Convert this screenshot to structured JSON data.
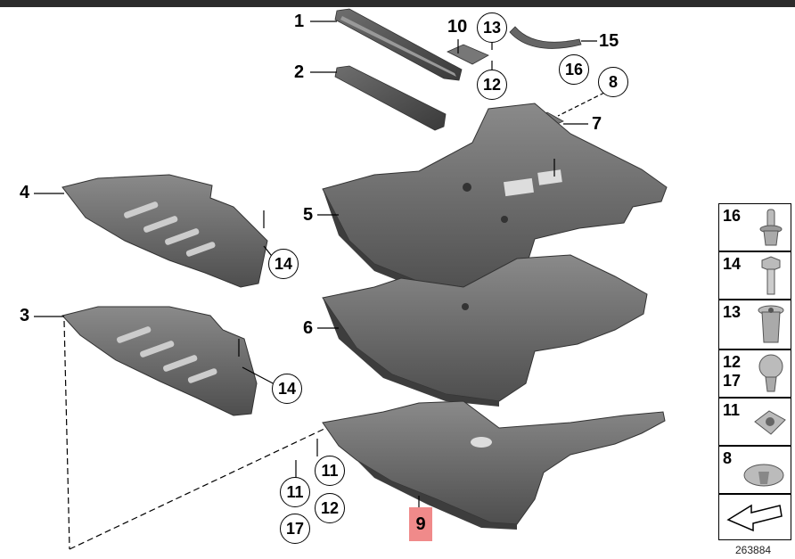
{
  "diagram": {
    "labels": {
      "p1": "1",
      "p2": "2",
      "p3": "3",
      "p4": "4",
      "p5": "5",
      "p6": "6",
      "p7": "7",
      "p8": "8",
      "p9": "9",
      "p10": "10",
      "p13": "13",
      "p12": "12",
      "p15": "15",
      "p16": "16",
      "p14a": "14",
      "p14b": "14",
      "p11a": "11",
      "p11b": "11",
      "p12b": "12",
      "p17": "17"
    },
    "legend": [
      {
        "label": "16",
        "icon": "push-rivet-icon"
      },
      {
        "label": "14",
        "icon": "hex-bolt-icon"
      },
      {
        "label": "13",
        "icon": "expanding-nut-icon"
      },
      {
        "label": "12\n17",
        "icon": "plastic-nut-icon"
      },
      {
        "label": "11",
        "icon": "spring-clip-icon"
      },
      {
        "label": "8",
        "icon": "clip-icon"
      },
      {
        "label": "",
        "icon": "arrow-icon"
      }
    ],
    "reference_number": "263884",
    "highlighted_part": "9"
  }
}
